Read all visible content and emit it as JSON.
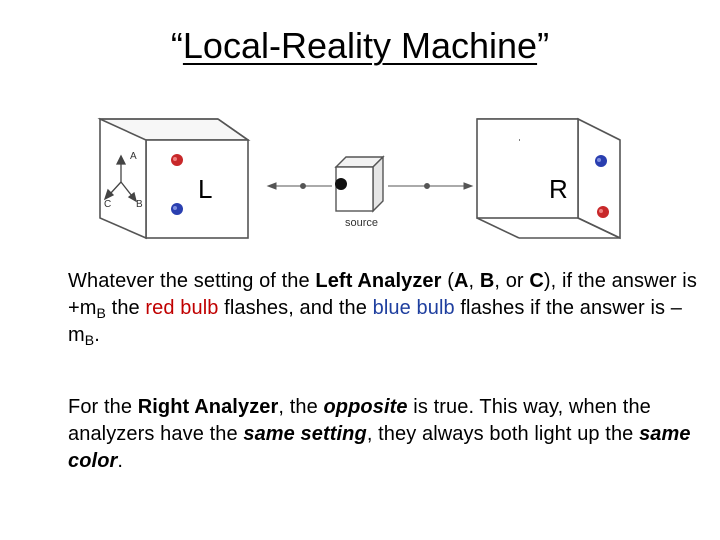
{
  "title": {
    "open_quote": "“",
    "text": "Local-Reality Machine",
    "close_quote": "”"
  },
  "diagram": {
    "left_label": "L",
    "right_label": "R",
    "source_label": "source",
    "axis_a": "A",
    "axis_b": "B",
    "axis_c": "C",
    "colors": {
      "red_bulb": "#c8282a",
      "blue_bulb": "#2a3fb0"
    }
  },
  "paragraph1": {
    "s1": "Whatever the setting of the ",
    "left_analyzer": "Left Analyzer",
    "s2": " (",
    "a": "A",
    "s3": ", ",
    "b": "B",
    "s4": ", or ",
    "c": "C",
    "s5": "), if the answer is +m",
    "sub1": "B",
    "s6": " the ",
    "red_bulb": "red bulb",
    "s7": " flashes, and the ",
    "blue_bulb": "blue bulb",
    "s8": " flashes if the answer is –m",
    "sub2": "B",
    "s9": "."
  },
  "paragraph2": {
    "s1": "For the ",
    "right_analyzer": "Right Analyzer",
    "s2": ", the ",
    "opposite": "opposite",
    "s3": " is true.  This way, when the analyzers have the ",
    "same_setting": "same setting",
    "s4": ", they always both light up the ",
    "same_color": "same color",
    "s5": "."
  }
}
